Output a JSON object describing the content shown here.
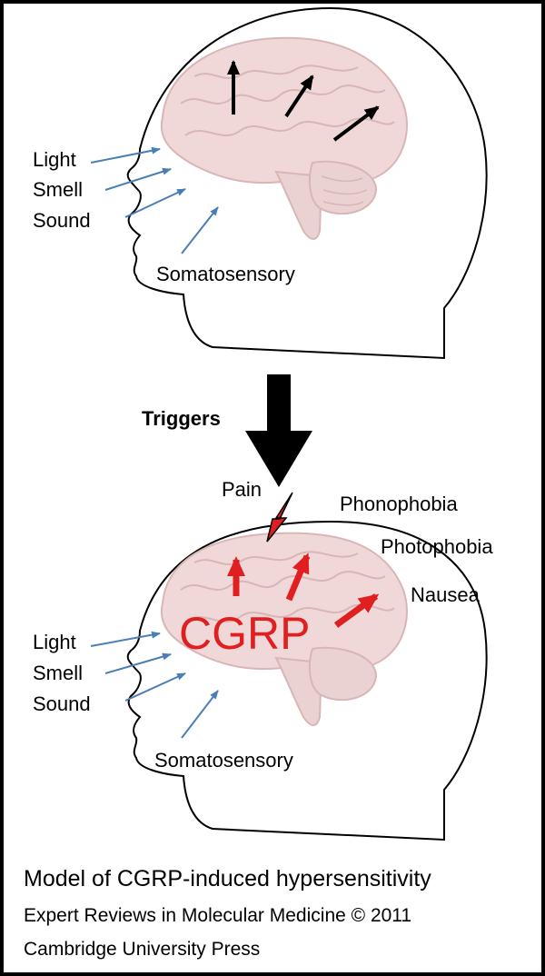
{
  "top_head": {
    "inputs": [
      "Light",
      "Smell",
      "Sound"
    ],
    "somatosensory": "Somatosensory"
  },
  "middle": {
    "triggers": "Triggers",
    "pain": "Pain"
  },
  "bottom_head": {
    "inputs": [
      "Light",
      "Smell",
      "Sound"
    ],
    "somatosensory": "Somatosensory",
    "center_label": "CGRP",
    "outputs": [
      "Phonophobia",
      "Photophobia",
      "Nausea"
    ]
  },
  "caption": {
    "title": "Model of CGRP-induced hypersensitivity",
    "source_line1": "Expert Reviews in Molecular Medicine © 2011",
    "source_line2": "Cambridge University Press"
  },
  "colors": {
    "input_arrow": "#4a7fb5",
    "cgrp_red": "#e02020",
    "brain_fill": "#f0d8d8"
  }
}
